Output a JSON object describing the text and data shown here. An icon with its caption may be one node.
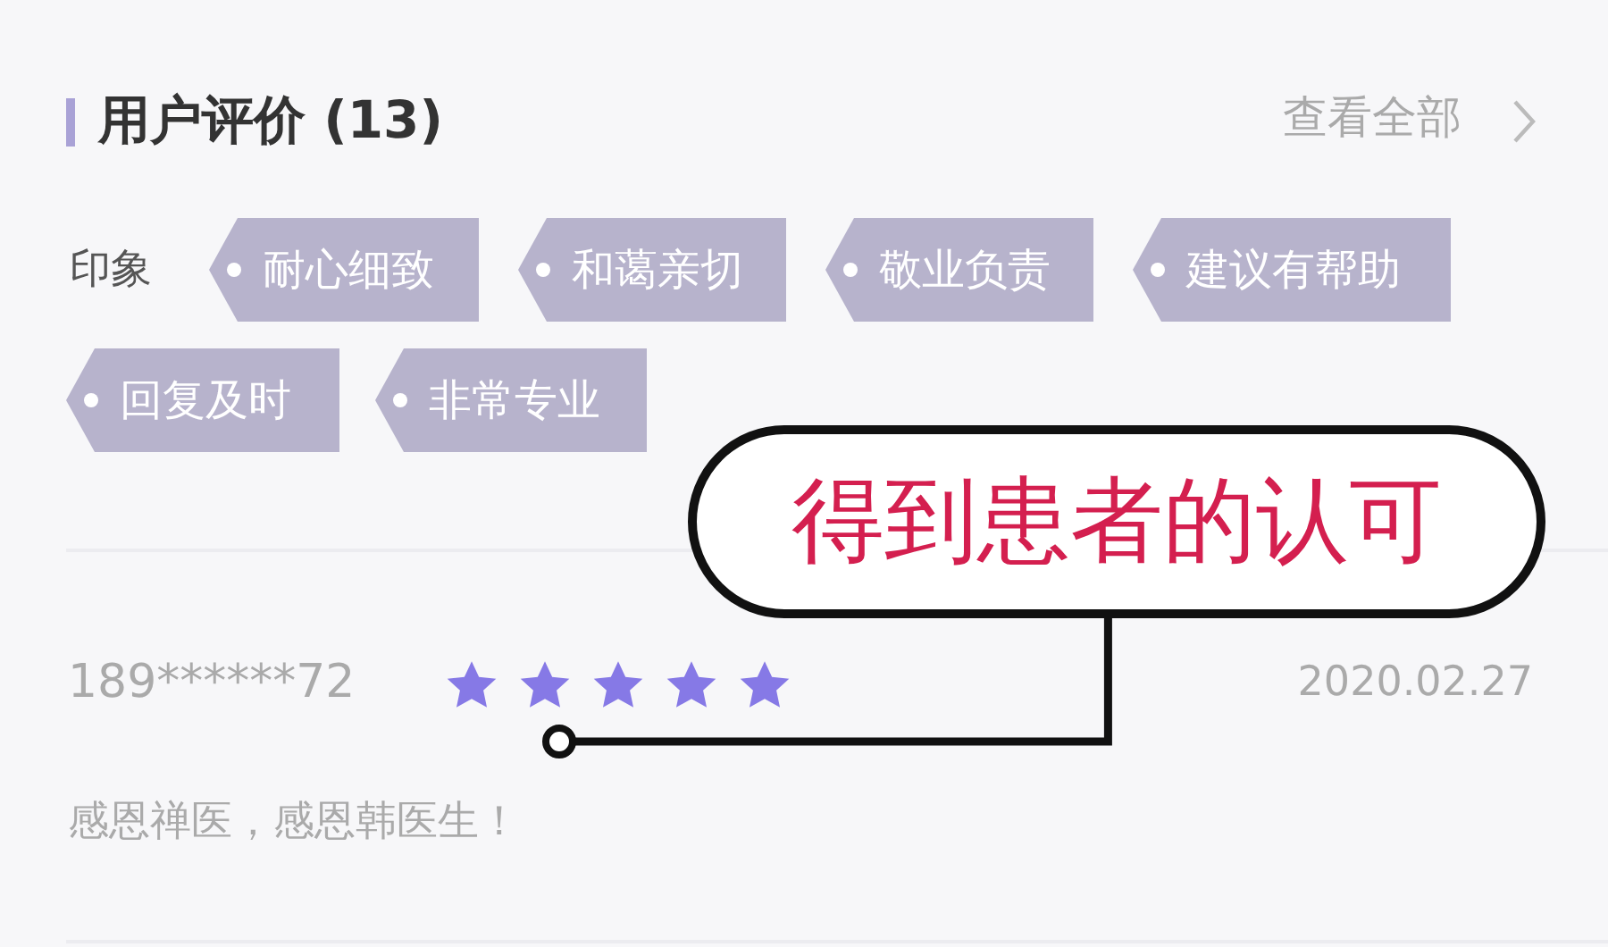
{
  "diagram": {
    "nodes": [
      {
        "text": [
          "耐心细致"
        ]
      },
      {
        "text": [
          "和蔼亲切"
        ]
      },
      {
        "text": [
          "敬业负责"
        ]
      },
      {
        "text": [
          "建议有帮助"
        ]
      },
      {
        "text": [
          "回复及时"
        ]
      },
      {
        "text": [
          "非常专业"
        ]
      },
      {
        "text": [
          "得到患者的认可"
        ]
      },
      {
        "text": [],
        "shape": "star"
      }
    ],
    "edges": [
      {
        "from": 6,
        "to": 7,
        "arrow": "other"
      }
    ],
    "labels": [
      "用户评价 (13)",
      "查看全部",
      "印象",
      "189******72",
      "2020.02.27",
      "感恩禅医，感恩韩医生！"
    ]
  }
}
